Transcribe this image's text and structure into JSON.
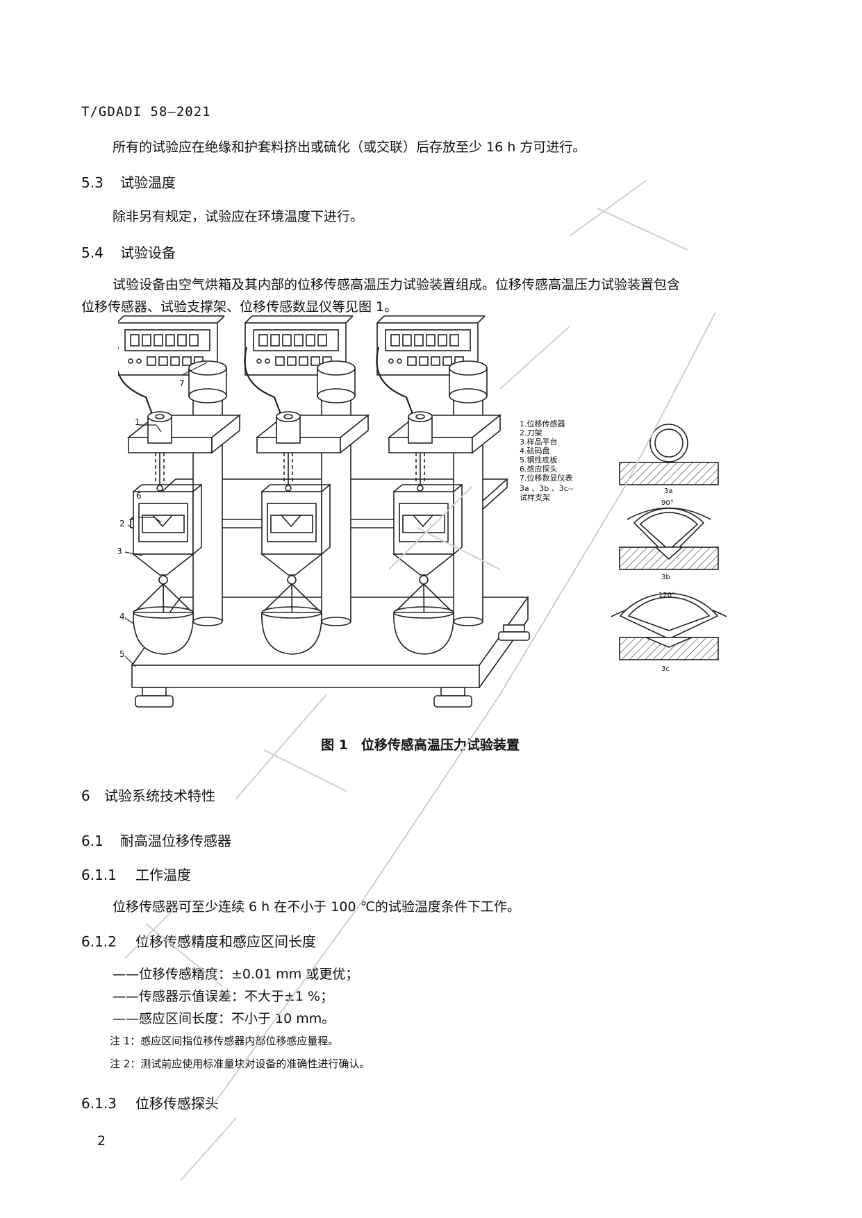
{
  "header": {
    "doc_id": "T/GDADI 58—2021"
  },
  "para_storage": "所有的试验应在绝缘和护套料挤出或硫化（或交联）后存放至少 16 h 方可进行。",
  "sec_5_3": {
    "num": "5.3",
    "title": "试验温度"
  },
  "para_5_3": "除非另有规定，试验应在环境温度下进行。",
  "sec_5_4": {
    "num": "5.4",
    "title": "试验设备"
  },
  "para_5_4_line1": "试验设备由空气烘箱及其内部的位移传感高温压力试验装置组成。位移传感高温压力试验装置包含",
  "para_5_4_line2": "位移传感器、试验支撑架、位移传感数显仪等见图 1。",
  "figure": {
    "caption": "图 1　位移传感高温压力试验装置",
    "callouts": [
      "1",
      "2",
      "3",
      "4",
      "5",
      "6",
      "7"
    ],
    "legend": [
      "1.位移传感器",
      "2.刀架",
      "3.样品平台",
      "4.砝码盘",
      "5.钢性底板",
      "6.感应探头",
      "7.位移数显仪表",
      "3a 、3b 、3c--",
      "试样支架"
    ],
    "side_labels": [
      "3a",
      "90°",
      "3b",
      "120°",
      "3c"
    ]
  },
  "sec_6": {
    "num": "6",
    "title": "试验系统技术特性"
  },
  "sec_6_1": {
    "num": "6.1",
    "title": "耐高温位移传感器"
  },
  "sec_6_1_1": {
    "num": "6.1.1",
    "title": "工作温度"
  },
  "para_6_1_1": "位移传感器可至少连续 6 h 在不小于 100 ℃的试验温度条件下工作。",
  "sec_6_1_2": {
    "num": "6.1.2",
    "title": "位移传感精度和感应区间长度"
  },
  "list_6_1_2": [
    "——位移传感精度：±0.01 mm 或更优；",
    "——传感器示值误差：不大于±1 %；",
    "——感应区间长度：不小于 10 mm。"
  ],
  "notes": [
    "注 1：感应区间指位移传感器内部位移感应量程。",
    "注 2：测试前应使用标准量块对设备的准确性进行确认。"
  ],
  "sec_6_1_3": {
    "num": "6.1.3",
    "title": "位移传感探头"
  },
  "footer": {
    "page_number": "2"
  }
}
